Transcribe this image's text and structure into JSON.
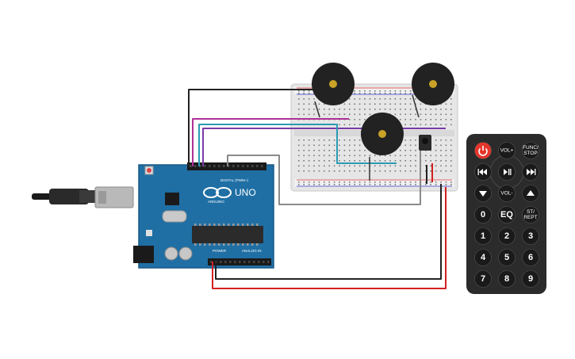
{
  "arduino": {
    "brand_text": "UNO",
    "sub_text": "ARDUINO",
    "digital_label": "DIGITAL (PWM~)",
    "power_label": "POWER",
    "analog_label": "ANALOG IN"
  },
  "remote": {
    "buttons": [
      {
        "id": "power",
        "label": "",
        "kind": "power-icon"
      },
      {
        "id": "vol-up",
        "label": "VOL+",
        "kind": "text-sm"
      },
      {
        "id": "func-stop",
        "label": "FUNC/\nSTOP",
        "kind": "text-sm"
      },
      {
        "id": "prev",
        "label": "",
        "kind": "prev-icon"
      },
      {
        "id": "play-pause",
        "label": "",
        "kind": "play-pause-icon"
      },
      {
        "id": "next",
        "label": "",
        "kind": "next-icon"
      },
      {
        "id": "down",
        "label": "",
        "kind": "down-arrow-icon"
      },
      {
        "id": "vol-down",
        "label": "VOL-",
        "kind": "text-sm"
      },
      {
        "id": "up",
        "label": "",
        "kind": "up-arrow-icon"
      },
      {
        "id": "0",
        "label": "0",
        "kind": "text"
      },
      {
        "id": "eq",
        "label": "EQ",
        "kind": "text"
      },
      {
        "id": "st-rept",
        "label": "ST/\nREPT",
        "kind": "text-sm"
      },
      {
        "id": "1",
        "label": "1",
        "kind": "text"
      },
      {
        "id": "2",
        "label": "2",
        "kind": "text"
      },
      {
        "id": "3",
        "label": "3",
        "kind": "text"
      },
      {
        "id": "4",
        "label": "4",
        "kind": "text"
      },
      {
        "id": "5",
        "label": "5",
        "kind": "text"
      },
      {
        "id": "6",
        "label": "6",
        "kind": "text"
      },
      {
        "id": "7",
        "label": "7",
        "kind": "text"
      },
      {
        "id": "8",
        "label": "8",
        "kind": "text"
      },
      {
        "id": "9",
        "label": "9",
        "kind": "text"
      }
    ]
  },
  "colors": {
    "arduino_board": "#1f6fa5",
    "breadboard": "#e6e6e6",
    "remote_body": "#2b2b2b",
    "remote_button": "#1a1a1a",
    "power_button": "#e5352b",
    "buzzer": "#222222",
    "wire_black": "#222222",
    "wire_red": "#d22020",
    "wire_magenta": "#b0309a",
    "wire_purple": "#7a3aa8",
    "wire_blue": "#1a8fd1",
    "wire_teal": "#2a9bb5",
    "wire_gray": "#8a8a8a"
  }
}
